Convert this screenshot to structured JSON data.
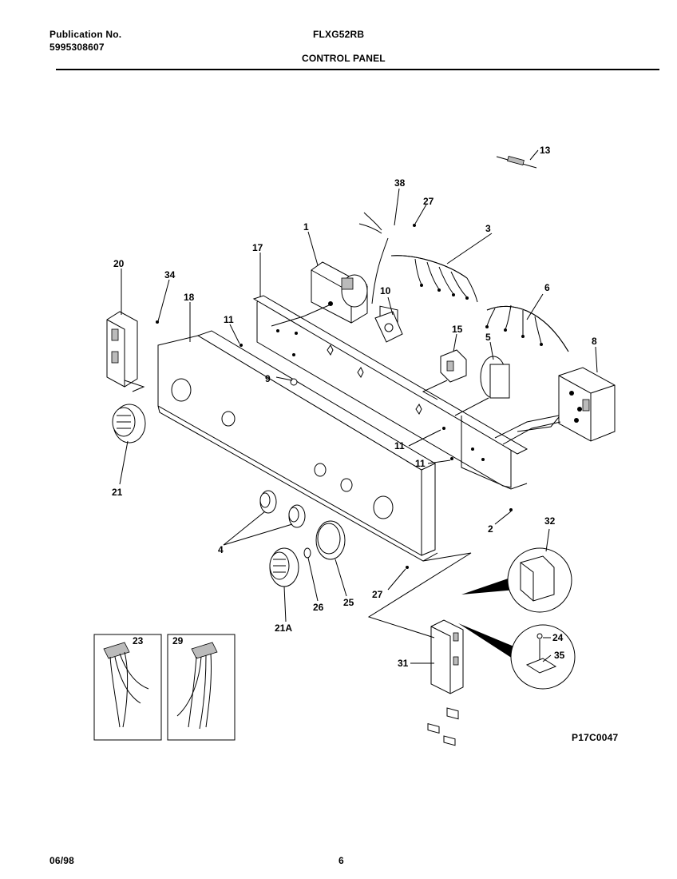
{
  "header": {
    "pub_label": "Publication No.",
    "pub_number": "5995308607",
    "model": "FLXG52RB",
    "section": "CONTROL PANEL"
  },
  "footer": {
    "date": "06/98",
    "page": "6",
    "diagram_code": "P17C0047"
  },
  "callouts": {
    "c1": "1",
    "c2": "2",
    "c3": "3",
    "c4": "4",
    "c5": "5",
    "c6": "6",
    "c8": "8",
    "c9": "9",
    "c10": "10",
    "c11a": "11",
    "c11b": "11",
    "c11c": "11",
    "c13": "13",
    "c15": "15",
    "c17": "17",
    "c18": "18",
    "c20": "20",
    "c21": "21",
    "c21a": "21A",
    "c23": "23",
    "c24": "24",
    "c25": "25",
    "c26": "26",
    "c27a": "27",
    "c27b": "27",
    "c29": "29",
    "c31": "31",
    "c32": "32",
    "c34": "34",
    "c35": "35",
    "c38": "38"
  }
}
